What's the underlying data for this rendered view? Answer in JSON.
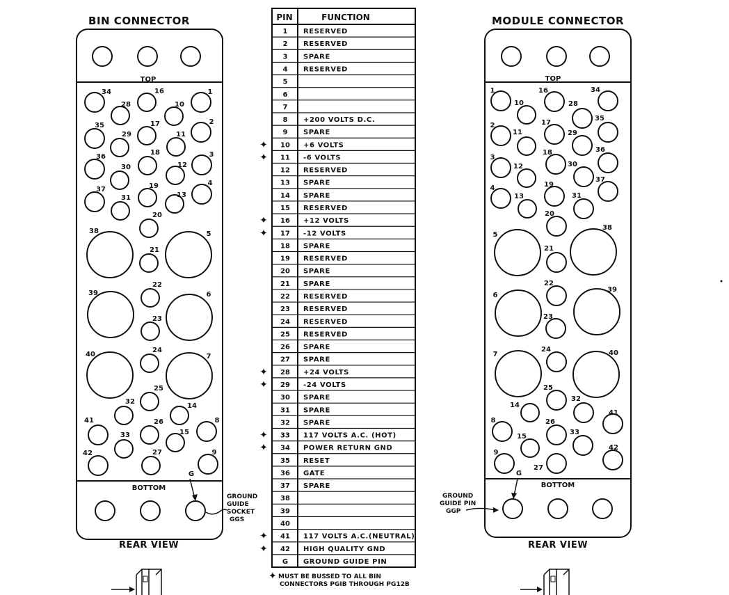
{
  "bin": {
    "title": "BIN CONNECTOR",
    "top_label": "TOP",
    "bottom_label": "BOTTOM",
    "view_label": "REAR VIEW",
    "ground_label": "G",
    "ground_note": [
      "GROUND",
      "GUIDE",
      "SOCKET",
      "GGS"
    ],
    "pins": [
      "1",
      "2",
      "3",
      "4",
      "5",
      "6",
      "7",
      "8",
      "9",
      "10",
      "11",
      "12",
      "13",
      "14",
      "15",
      "16",
      "17",
      "18",
      "19",
      "20",
      "21",
      "22",
      "23",
      "24",
      "25",
      "26",
      "27",
      "28",
      "29",
      "30",
      "31",
      "32",
      "33",
      "34",
      "35",
      "36",
      "37",
      "38",
      "39",
      "40",
      "41",
      "42"
    ]
  },
  "module": {
    "title": "MODULE CONNECTOR",
    "top_label": "TOP",
    "bottom_label": "BOTTOM",
    "view_label": "REAR VIEW",
    "ground_label": "G",
    "ground_note": [
      "GROUND",
      "GUIDE PIN",
      "GGP"
    ],
    "pins": [
      "1",
      "2",
      "3",
      "4",
      "5",
      "6",
      "7",
      "8",
      "9",
      "10",
      "11",
      "12",
      "13",
      "14",
      "15",
      "16",
      "17",
      "18",
      "19",
      "20",
      "21",
      "22",
      "23",
      "24",
      "25",
      "26",
      "27",
      "28",
      "29",
      "30",
      "31",
      "32",
      "33",
      "34",
      "35",
      "36",
      "37",
      "38",
      "39",
      "40",
      "41",
      "42"
    ]
  },
  "table": {
    "header_pin": "PIN",
    "header_function": "FUNCTION",
    "rows": [
      {
        "pin": "1",
        "function": "RESERVED",
        "bussed": false
      },
      {
        "pin": "2",
        "function": "RESERVED",
        "bussed": false
      },
      {
        "pin": "3",
        "function": "SPARE",
        "bussed": false
      },
      {
        "pin": "4",
        "function": "RESERVED",
        "bussed": false
      },
      {
        "pin": "5",
        "function": "",
        "bussed": false
      },
      {
        "pin": "6",
        "function": "",
        "bussed": false
      },
      {
        "pin": "7",
        "function": "",
        "bussed": false
      },
      {
        "pin": "8",
        "function": "+200 VOLTS D.C.",
        "bussed": false
      },
      {
        "pin": "9",
        "function": "SPARE",
        "bussed": false
      },
      {
        "pin": "10",
        "function": "+6 VOLTS",
        "bussed": true
      },
      {
        "pin": "11",
        "function": "-6 VOLTS",
        "bussed": true
      },
      {
        "pin": "12",
        "function": "RESERVED",
        "bussed": false
      },
      {
        "pin": "13",
        "function": "SPARE",
        "bussed": false
      },
      {
        "pin": "14",
        "function": "SPARE",
        "bussed": false
      },
      {
        "pin": "15",
        "function": "RESERVED",
        "bussed": false
      },
      {
        "pin": "16",
        "function": "+12 VOLTS",
        "bussed": true
      },
      {
        "pin": "17",
        "function": "-12 VOLTS",
        "bussed": true
      },
      {
        "pin": "18",
        "function": "SPARE",
        "bussed": false
      },
      {
        "pin": "19",
        "function": "RESERVED",
        "bussed": false
      },
      {
        "pin": "20",
        "function": "SPARE",
        "bussed": false
      },
      {
        "pin": "21",
        "function": "SPARE",
        "bussed": false
      },
      {
        "pin": "22",
        "function": "RESERVED",
        "bussed": false
      },
      {
        "pin": "23",
        "function": "RESERVED",
        "bussed": false
      },
      {
        "pin": "24",
        "function": "RESERVED",
        "bussed": false
      },
      {
        "pin": "25",
        "function": "RESERVED",
        "bussed": false
      },
      {
        "pin": "26",
        "function": "SPARE",
        "bussed": false
      },
      {
        "pin": "27",
        "function": "SPARE",
        "bussed": false
      },
      {
        "pin": "28",
        "function": "+24 VOLTS",
        "bussed": true
      },
      {
        "pin": "29",
        "function": "-24 VOLTS",
        "bussed": true
      },
      {
        "pin": "30",
        "function": "SPARE",
        "bussed": false
      },
      {
        "pin": "31",
        "function": "SPARE",
        "bussed": false
      },
      {
        "pin": "32",
        "function": "SPARE",
        "bussed": false
      },
      {
        "pin": "33",
        "function": "117 VOLTS A.C. (HOT)",
        "bussed": true
      },
      {
        "pin": "34",
        "function": "POWER RETURN GND",
        "bussed": true
      },
      {
        "pin": "35",
        "function": "RESET",
        "bussed": false
      },
      {
        "pin": "36",
        "function": "GATE",
        "bussed": false
      },
      {
        "pin": "37",
        "function": "SPARE",
        "bussed": false
      },
      {
        "pin": "38",
        "function": "",
        "bussed": false
      },
      {
        "pin": "39",
        "function": "",
        "bussed": false
      },
      {
        "pin": "40",
        "function": "",
        "bussed": false
      },
      {
        "pin": "41",
        "function": "117 VOLTS A.C.(NEUTRAL)",
        "bussed": true
      },
      {
        "pin": "42",
        "function": "HIGH QUALITY GND",
        "bussed": true
      },
      {
        "pin": "G",
        "function": "GROUND GUIDE PIN",
        "bussed": false
      }
    ],
    "footnote_star": "✦",
    "footnote_lines": [
      "MUST BE BUSSED TO ALL BIN",
      "CONNECTORS PGIB THROUGH PG12B"
    ]
  },
  "colors": {
    "ink": "#111111",
    "paper": "#ffffff"
  }
}
